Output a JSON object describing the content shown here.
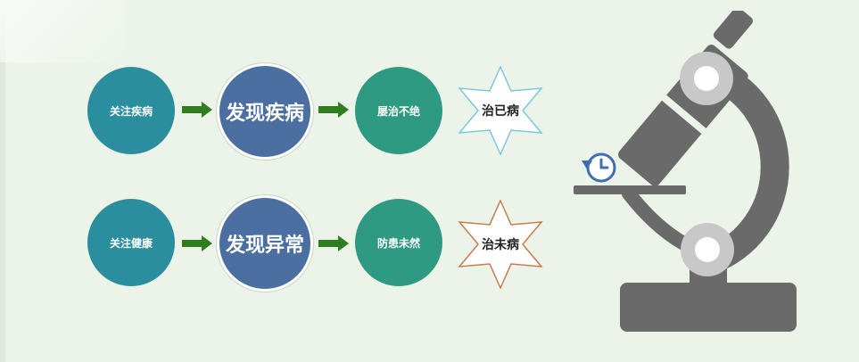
{
  "colors": {
    "background": "#ecf4ea",
    "teal_node": "#2a8e9e",
    "blue_node": "#4a6fa0",
    "green_node": "#2f9a82",
    "arrow": "#2e7d1e",
    "star1_outline": "#7cc7dd",
    "star2_outline": "#c97a4a",
    "microscope": "#6a6a6a",
    "clock_icon": "#3f6fb0"
  },
  "row1": {
    "step1": "关注疾病",
    "step2": "发现疾病",
    "step3": "屡治不绝",
    "result": "治已病"
  },
  "row2": {
    "step1": "关注健康",
    "step2": "发现异常",
    "step3": "防患未然",
    "result": "治未病"
  },
  "icons": [
    "arrow-right-icon",
    "microscope-icon",
    "history-clock-icon"
  ]
}
